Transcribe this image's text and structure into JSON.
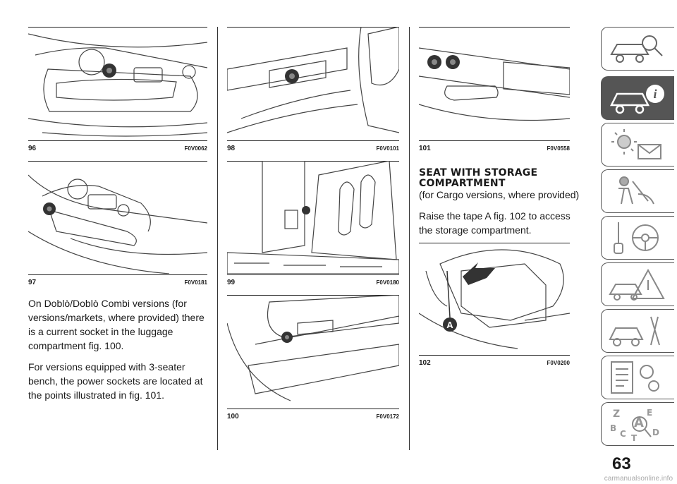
{
  "figures": [
    {
      "num": "96",
      "code": "F0V0062"
    },
    {
      "num": "97",
      "code": "F0V0181"
    },
    {
      "num": "98",
      "code": "F0V0101"
    },
    {
      "num": "99",
      "code": "F0V0180"
    },
    {
      "num": "100",
      "code": "F0V0172"
    },
    {
      "num": "101",
      "code": "F0V0558"
    },
    {
      "num": "102",
      "code": "F0V0200"
    }
  ],
  "left_text": {
    "p1": "On Doblò/Doblò Combi versions (for versions/markets, where provided) there is a current socket in the luggage compartment fig. 100.",
    "p2": "For versions equipped with 3-seater bench, the power sockets are located at the points illustrated in fig. 101."
  },
  "section": {
    "title_line1": "SEAT WITH STORAGE",
    "title_line2": "COMPARTMENT",
    "subtitle": "(for Cargo versions, where provided)",
    "body": "Raise the tape A fig. 102 to access the storage compartment."
  },
  "callout_label": "A",
  "sidebar_tabs": [
    {
      "icon": "car-search-icon",
      "active": false
    },
    {
      "icon": "car-info-icon",
      "active": true
    },
    {
      "icon": "warning-light-message-icon",
      "active": false
    },
    {
      "icon": "airbag-passenger-icon",
      "active": false
    },
    {
      "icon": "key-steering-wheel-icon",
      "active": false
    },
    {
      "icon": "car-breakdown-warning-icon",
      "active": false
    },
    {
      "icon": "car-tools-icon",
      "active": false
    },
    {
      "icon": "spec-list-gears-icon",
      "active": false
    },
    {
      "icon": "alphabet-index-icon",
      "active": false
    }
  ],
  "page_number": "63",
  "watermark": "carmanualsonline.info"
}
